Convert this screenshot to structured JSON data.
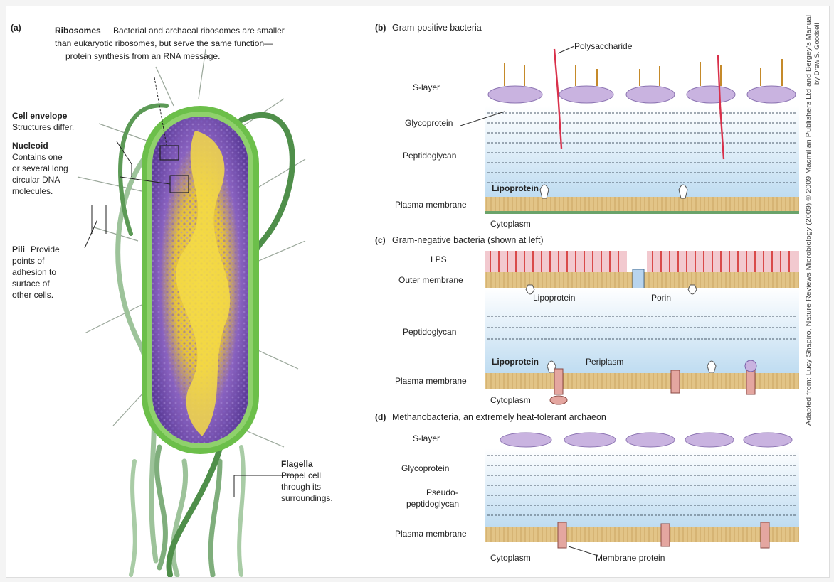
{
  "panel_a": {
    "letter": "(a)",
    "ribosomes": {
      "title": "Ribosomes",
      "line1": "Bacterial and archaeal ribosomes are smaller",
      "line2": "than eukaryotic ribosomes, but serve the same function—",
      "line3": "protein synthesis from an RNA message."
    },
    "cell_envelope": {
      "title": "Cell envelope",
      "line1": "Structures differ."
    },
    "nucleoid": {
      "title": "Nucleoid",
      "line1": "Contains one",
      "line2": "or several long",
      "line3": "circular DNA",
      "line4": "molecules."
    },
    "pili": {
      "title": "Pili",
      "line0": "Provide",
      "line1": "points of",
      "line2": "adhesion to",
      "line3": "surface of",
      "line4": "other cells."
    },
    "flagella": {
      "title": "Flagella",
      "line1": "Propel cell",
      "line2": "through its",
      "line3": "surroundings."
    }
  },
  "panel_b": {
    "letter": "(b)",
    "title": "Gram-positive bacteria",
    "labels": {
      "polysaccharide": "Polysaccharide",
      "s_layer": "S-layer",
      "glycoprotein": "Glycoprotein",
      "peptidoglycan": "Peptidoglycan",
      "lipoprotein": "Lipoprotein",
      "plasma_membrane": "Plasma membrane",
      "cytoplasm": "Cytoplasm"
    }
  },
  "panel_c": {
    "letter": "(c)",
    "title": "Gram-negative bacteria (shown at left)",
    "labels": {
      "lps": "LPS",
      "outer_membrane": "Outer membrane",
      "lipoprotein": "Lipoprotein",
      "porin": "Porin",
      "peptidoglycan": "Peptidoglycan",
      "lipoprotein2": "Lipoprotein",
      "periplasm": "Periplasm",
      "plasma_membrane": "Plasma membrane",
      "cytoplasm": "Cytoplasm"
    }
  },
  "panel_d": {
    "letter": "(d)",
    "title": "Methanobacteria, an extremely heat-tolerant archaeon",
    "labels": {
      "s_layer": "S-layer",
      "glycoprotein": "Glycoprotein",
      "pseudo1": "Pseudo-",
      "pseudo2": "peptidoglycan",
      "plasma_membrane": "Plasma membrane",
      "cytoplasm": "Cytoplasm",
      "membrane_protein": "Membrane protein"
    }
  },
  "credit": {
    "line1": "Adapted from: Lucy Shapiro, Nature Reviews Microbiology (2009) © 2009 Macmillan Publishers Ltd and Bergey's Manual",
    "line2": "by Drew S. Goodsell"
  },
  "colors": {
    "envelope_green": "#6cbf4a",
    "cytoplasm_purple": "#6b4aa8",
    "nucleoid_yellow": "#f2d23a",
    "membrane_tan": "#d9b77a",
    "periplasm_blue": "#cfe6f5",
    "lps_red": "#d94a4a",
    "s_layer_lilac": "#c9b3e0"
  }
}
